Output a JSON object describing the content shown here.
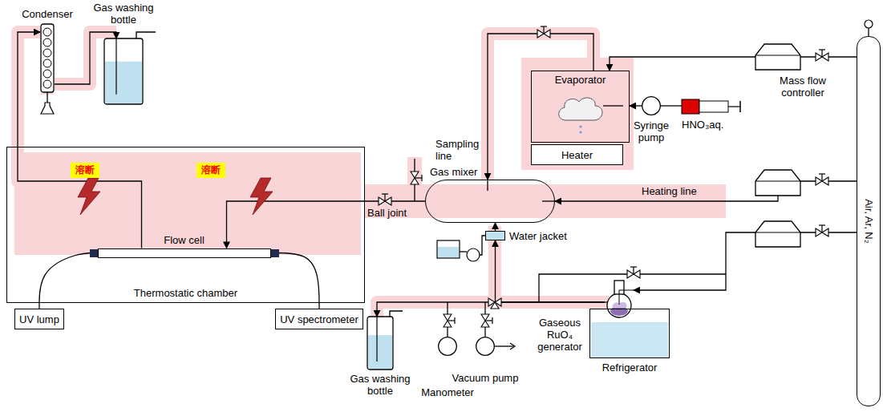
{
  "diagram": {
    "nodes": [
      {
        "text": [
          "Thermostatic chamber"
        ]
      },
      {
        "text": [
          "溶断"
        ],
        "in": 0
      },
      {
        "text": [
          "溶断"
        ],
        "in": 0
      },
      {
        "text": [
          "Flow cell"
        ],
        "in": 0
      },
      {
        "text": [
          "UV lump"
        ]
      },
      {
        "text": [
          "UV spectrometer"
        ]
      },
      {
        "text": [
          "Condenser"
        ]
      },
      {
        "text": [
          "Gas washing bottle"
        ]
      },
      {
        "text": [
          "Gas mixer"
        ]
      },
      {
        "text": [
          "Evaporator"
        ]
      },
      {
        "text": [
          "Heater"
        ]
      },
      {
        "text": [
          "Syringe pump"
        ]
      },
      {
        "text": [
          "HNO₃aq."
        ]
      },
      {
        "text": [
          "Mass flow controller"
        ]
      },
      {
        "text": [
          "Air, Ar, N₂"
        ]
      },
      {
        "text": [
          "Water jacket"
        ]
      },
      {
        "text": [
          "Gaseous RuO₄ generator"
        ]
      },
      {
        "text": [
          "Refrigerator"
        ]
      },
      {
        "text": [
          "Gas washing bottle"
        ]
      },
      {
        "text": [
          "Manometer"
        ]
      },
      {
        "text": [
          "Vacuum pump"
        ]
      }
    ],
    "edges": [
      {
        "from": 4,
        "to": 3,
        "arrow": "none"
      },
      {
        "from": 3,
        "to": 5,
        "arrow": "none"
      },
      {
        "from": 8,
        "to": 3,
        "arrow": "to"
      },
      {
        "from": 3,
        "to": 6,
        "arrow": "to"
      },
      {
        "from": 6,
        "to": 7,
        "arrow": "to"
      },
      {
        "from": 9,
        "to": 8,
        "arrow": "to"
      },
      {
        "from": 11,
        "to": 9,
        "arrow": "to"
      },
      {
        "from": 12,
        "to": 11,
        "arrow": "none"
      },
      {
        "from": 13,
        "to": 9,
        "arrow": "to"
      },
      {
        "from": 14,
        "to": 13,
        "arrow": "none"
      },
      {
        "from": 14,
        "to": 8,
        "arrow": "to"
      },
      {
        "from": 14,
        "to": 16,
        "arrow": "to"
      },
      {
        "from": 16,
        "to": 15,
        "arrow": "to"
      },
      {
        "from": 15,
        "to": 8,
        "arrow": "to"
      },
      {
        "from": 16,
        "to": 18,
        "arrow": "to"
      }
    ],
    "labels": [
      "Sampling line",
      "Ball joint",
      "Heating line"
    ]
  }
}
